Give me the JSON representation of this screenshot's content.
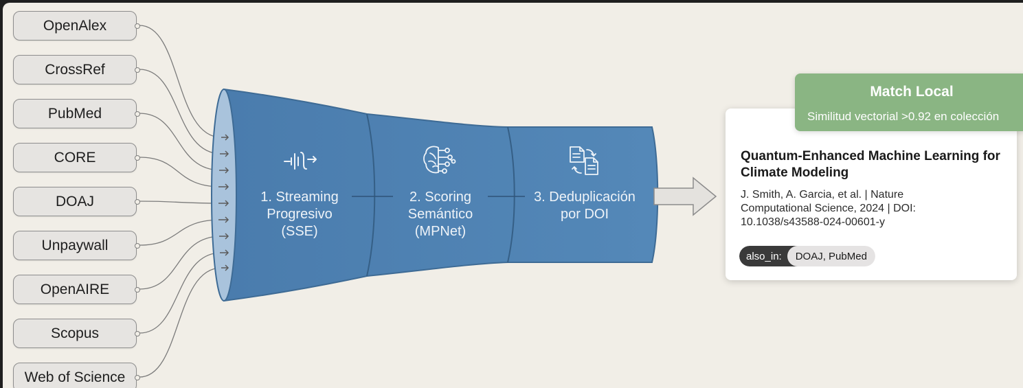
{
  "sources": [
    {
      "label": "OpenAlex"
    },
    {
      "label": "CrossRef"
    },
    {
      "label": "PubMed"
    },
    {
      "label": "CORE"
    },
    {
      "label": "DOAJ"
    },
    {
      "label": "Unpaywall"
    },
    {
      "label": "OpenAIRE"
    },
    {
      "label": "Scopus"
    },
    {
      "label": "Web of Science"
    }
  ],
  "stages": [
    {
      "line1": "1. Streaming",
      "line2": "Progresivo",
      "line3": "(SSE)",
      "icon": "waveform-icon"
    },
    {
      "line1": "2. Scoring",
      "line2": "Semántico",
      "line3": "(MPNet)",
      "icon": "brain-circuit-icon"
    },
    {
      "line1": "3. Deduplicación",
      "line2": "por DOI",
      "line3": "",
      "icon": "documents-swap-icon"
    }
  ],
  "match": {
    "title": "Match Local",
    "subtitle": "Similitud vectorial >0.92 en colección"
  },
  "result": {
    "title": "Quantum-Enhanced Machine Learning for Climate Modeling",
    "meta": "J. Smith, A. Garcia, et al. | Nature Computational Science, 2024 | DOI: 10.1038/s43588-024-00601-y",
    "tag_key": "also_in:",
    "tag_value": "DOAJ, PubMed"
  },
  "colors": {
    "funnel": "#4f82b2",
    "funnel_dark": "#3a6891",
    "match_badge": "#8ab583",
    "background": "#f1eee7"
  }
}
